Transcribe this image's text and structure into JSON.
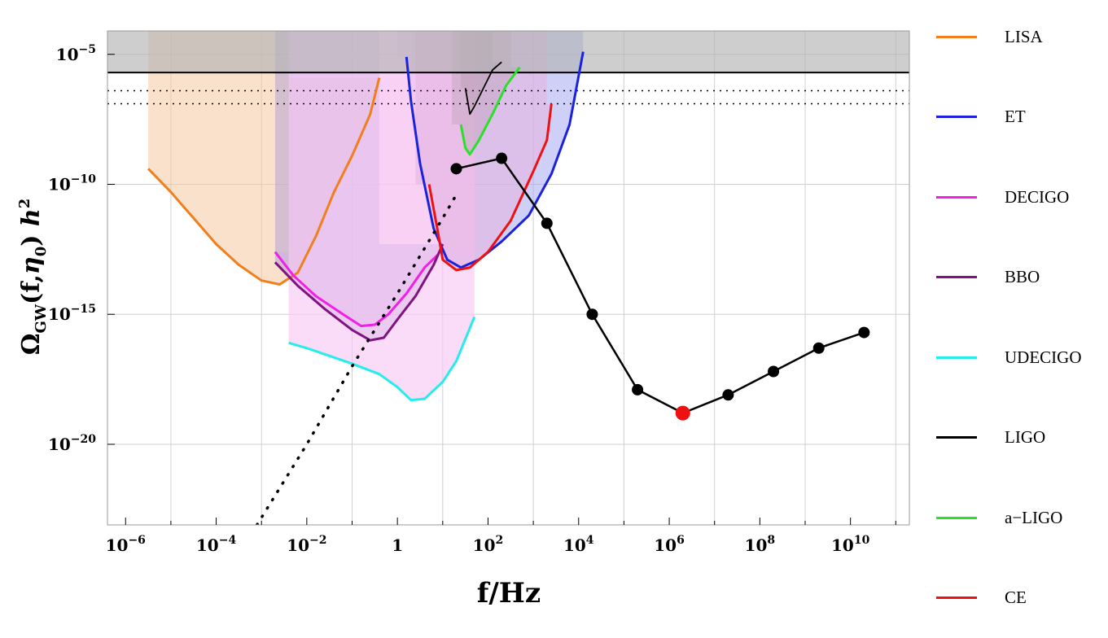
{
  "chart_data": {
    "type": "line",
    "title": "",
    "xlabel": "f/Hz",
    "ylabel": "Ω_GW(f,η0) h^2",
    "x_scale": "log10",
    "y_scale": "log10",
    "xlim_log10": [
      -6.4,
      11.3
    ],
    "ylim_log10": [
      -23.1,
      -4.1
    ],
    "x_ticks": [
      {
        "exp": -6,
        "label": "10",
        "sup": "−6"
      },
      {
        "exp": -4,
        "label": "10",
        "sup": "−4"
      },
      {
        "exp": -2,
        "label": "10",
        "sup": "−2"
      },
      {
        "exp": 0,
        "label": "1",
        "sup": ""
      },
      {
        "exp": 2,
        "label": "10",
        "sup": "2"
      },
      {
        "exp": 4,
        "label": "10",
        "sup": "4"
      },
      {
        "exp": 6,
        "label": "10",
        "sup": "6"
      },
      {
        "exp": 8,
        "label": "10",
        "sup": "8"
      },
      {
        "exp": 10,
        "label": "10",
        "sup": "10"
      }
    ],
    "y_ticks": [
      {
        "exp": -5,
        "label": "10",
        "sup": "−5"
      },
      {
        "exp": -10,
        "label": "10",
        "sup": "−10"
      },
      {
        "exp": -15,
        "label": "10",
        "sup": "−15"
      },
      {
        "exp": -20,
        "label": "10",
        "sup": "−20"
      }
    ],
    "grid": true,
    "legend_position": "right",
    "excluded_region": {
      "y_min_log10": -5.7,
      "color": "#b4b4b4"
    },
    "dotted_bounds_log10": [
      -6.4,
      -6.9
    ],
    "series": [
      {
        "name": "LISA",
        "color": "#f07f1e",
        "fill": {
          "x": [
            -5.5,
            -2.4
          ],
          "y_top": -4.1,
          "color": "#f5c9a0"
        },
        "points": [
          [
            -5.5,
            -9.4
          ],
          [
            -5.0,
            -10.3
          ],
          [
            -4.5,
            -11.3
          ],
          [
            -4.0,
            -12.3
          ],
          [
            -3.5,
            -13.1
          ],
          [
            -3.0,
            -13.7
          ],
          [
            -2.6,
            -13.85
          ],
          [
            -2.2,
            -13.4
          ],
          [
            -1.8,
            -12.0
          ],
          [
            -1.4,
            -10.3
          ],
          [
            -1.0,
            -8.9
          ],
          [
            -0.6,
            -7.3
          ],
          [
            -0.4,
            -5.9
          ]
        ]
      },
      {
        "name": "ET",
        "color": "#1a22dd",
        "fill": {
          "x": [
            0.0,
            4.1
          ],
          "y_top": -4.1,
          "color": "#a7a9f1"
        },
        "points": [
          [
            0.2,
            -5.1
          ],
          [
            0.3,
            -6.8
          ],
          [
            0.5,
            -9.2
          ],
          [
            0.8,
            -11.7
          ],
          [
            1.1,
            -12.9
          ],
          [
            1.4,
            -13.2
          ],
          [
            1.8,
            -12.9
          ],
          [
            2.3,
            -12.2
          ],
          [
            2.9,
            -11.2
          ],
          [
            3.4,
            -9.6
          ],
          [
            3.8,
            -7.7
          ],
          [
            4.1,
            -4.9
          ]
        ]
      },
      {
        "name": "DECIGO",
        "color": "#f020e6",
        "fill": {
          "x": [
            -2.4,
            1.7
          ],
          "y_top": -4.1,
          "color": "#f4c2f1"
        },
        "points": [
          [
            -2.7,
            -12.6
          ],
          [
            -2.3,
            -13.5
          ],
          [
            -1.8,
            -14.3
          ],
          [
            -1.2,
            -15.0
          ],
          [
            -0.8,
            -15.45
          ],
          [
            -0.5,
            -15.4
          ],
          [
            -0.2,
            -15.0
          ],
          [
            0.2,
            -14.2
          ],
          [
            0.6,
            -13.2
          ],
          [
            0.9,
            -12.7
          ]
        ]
      },
      {
        "name": "BBO",
        "color": "#7f1480",
        "fill": {
          "x": [
            -2.7,
            -0.4
          ],
          "y_top": -4.1,
          "color": "#b2a4d6"
        },
        "points": [
          [
            -2.7,
            -13.0
          ],
          [
            -2.2,
            -13.9
          ],
          [
            -1.6,
            -14.8
          ],
          [
            -1.0,
            -15.6
          ],
          [
            -0.6,
            -16.0
          ],
          [
            -0.3,
            -15.9
          ],
          [
            0.0,
            -15.2
          ],
          [
            0.4,
            -14.3
          ],
          [
            0.8,
            -13.1
          ],
          [
            1.0,
            -12.3
          ]
        ]
      },
      {
        "name": "UDECIGO",
        "color": "#25eded",
        "fill": {
          "x": [
            -2.4,
            1.7
          ],
          "y_bottom": "curve",
          "color": "#f8c9f5"
        },
        "points": [
          [
            -2.4,
            -16.1
          ],
          [
            -2.0,
            -16.3
          ],
          [
            -1.5,
            -16.6
          ],
          [
            -1.0,
            -16.9
          ],
          [
            -0.4,
            -17.3
          ],
          [
            0.0,
            -17.8
          ],
          [
            0.3,
            -18.3
          ],
          [
            0.6,
            -18.25
          ],
          [
            1.0,
            -17.6
          ],
          [
            1.3,
            -16.8
          ],
          [
            1.7,
            -15.1
          ]
        ]
      },
      {
        "name": "LIGO",
        "color": "#000000",
        "fill": {
          "x": [
            1.4,
            2.1
          ],
          "y_top": -4.1,
          "color": "#7d7d7d"
        },
        "points": [
          [
            1.5,
            -6.3
          ],
          [
            1.6,
            -7.3
          ],
          [
            1.7,
            -7.0
          ],
          [
            1.9,
            -6.3
          ],
          [
            2.1,
            -5.6
          ],
          [
            2.3,
            -5.3
          ]
        ]
      },
      {
        "name": "a-LIGO",
        "color": "#2ae02a",
        "fill": {
          "x": [
            1.2,
            2.5
          ],
          "y_top": -4.1,
          "color": "#9c9c9c"
        },
        "points": [
          [
            1.4,
            -7.7
          ],
          [
            1.5,
            -8.6
          ],
          [
            1.6,
            -8.85
          ],
          [
            1.8,
            -8.3
          ],
          [
            2.1,
            -7.3
          ],
          [
            2.4,
            -6.2
          ],
          [
            2.7,
            -5.5
          ]
        ]
      },
      {
        "name": "CE",
        "color": "#ee1111",
        "fill": {
          "x": [
            0.4,
            3.3
          ],
          "y_top": -4.1,
          "color": "#e8b3e0"
        },
        "points": [
          [
            0.7,
            -10.0
          ],
          [
            0.9,
            -11.9
          ],
          [
            1.0,
            -12.9
          ],
          [
            1.3,
            -13.3
          ],
          [
            1.6,
            -13.2
          ],
          [
            2.0,
            -12.6
          ],
          [
            2.5,
            -11.4
          ],
          [
            3.0,
            -9.5
          ],
          [
            3.3,
            -8.3
          ],
          [
            3.4,
            -6.9
          ]
        ]
      }
    ],
    "extra_curves": [
      {
        "name": "",
        "color": "#000000",
        "style": "dotted",
        "points": [
          [
            -3.1,
            -23.1
          ],
          [
            -2.0,
            -20.0
          ],
          [
            -1.0,
            -17.0
          ],
          [
            0.0,
            -14.2
          ],
          [
            1.0,
            -11.3
          ],
          [
            1.3,
            -10.4
          ]
        ]
      },
      {
        "name": "",
        "color": "#000000",
        "style": "solid-markers",
        "points": [
          [
            1.3,
            -9.4
          ],
          [
            2.3,
            -9.0
          ],
          [
            3.3,
            -11.5
          ],
          [
            4.3,
            -15.0
          ],
          [
            5.3,
            -17.9
          ],
          [
            6.3,
            -18.8
          ],
          [
            7.3,
            -18.1
          ],
          [
            8.3,
            -17.2
          ],
          [
            9.3,
            -16.3
          ],
          [
            10.3,
            -15.7
          ]
        ],
        "highlight": {
          "x": 6.3,
          "y": -18.8,
          "color": "#ee1111"
        }
      }
    ]
  },
  "legend": {
    "items": [
      {
        "label": "LISA",
        "color": "#f07f1e"
      },
      {
        "label": "ET",
        "color": "#1a22dd"
      },
      {
        "label": "DECIGO",
        "color": "#f020e6"
      },
      {
        "label": "BBO",
        "color": "#7f1480"
      },
      {
        "label": "UDECIGO",
        "color": "#25eded"
      },
      {
        "label": "LIGO",
        "color": "#000000"
      },
      {
        "label": "a−LIGO",
        "color": "#2ae02a"
      },
      {
        "label": "CE",
        "color": "#ee1111"
      }
    ]
  }
}
